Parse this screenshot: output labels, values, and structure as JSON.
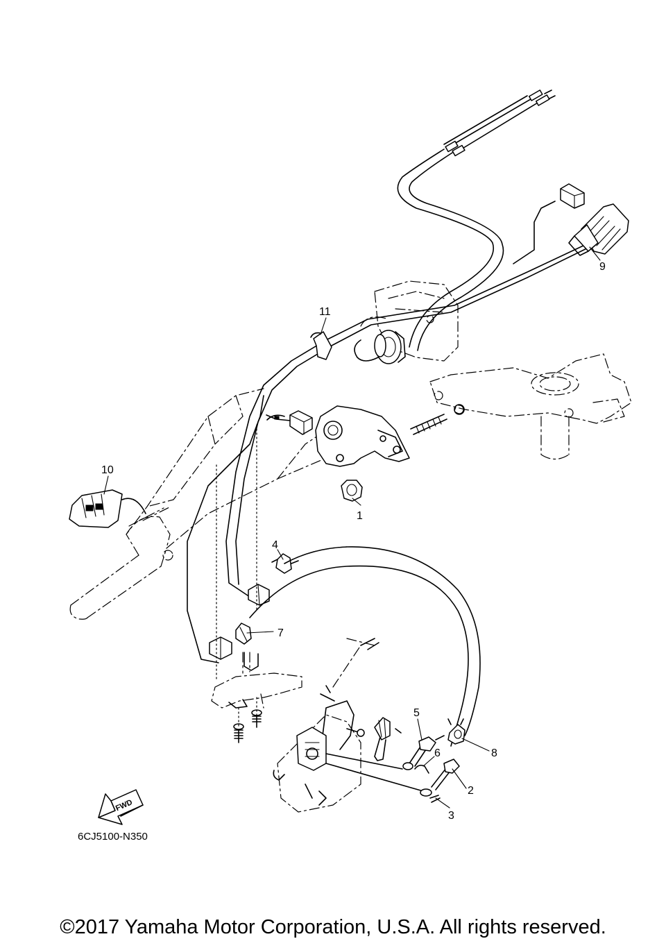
{
  "diagram": {
    "drawing_code": "6CJ5100-N350",
    "fwd_label": "FWD",
    "callouts": [
      {
        "id": "1",
        "label": "1"
      },
      {
        "id": "2",
        "label": "2"
      },
      {
        "id": "3",
        "label": "3"
      },
      {
        "id": "4",
        "label": "4"
      },
      {
        "id": "5",
        "label": "5"
      },
      {
        "id": "6",
        "label": "6"
      },
      {
        "id": "7",
        "label": "7"
      },
      {
        "id": "8",
        "label": "8"
      },
      {
        "id": "9",
        "label": "9"
      },
      {
        "id": "10",
        "label": "10"
      },
      {
        "id": "11",
        "label": "11"
      }
    ]
  },
  "footer": {
    "copyright": "©2017 Yamaha Motor Corporation, U.S.A. All rights reserved."
  }
}
